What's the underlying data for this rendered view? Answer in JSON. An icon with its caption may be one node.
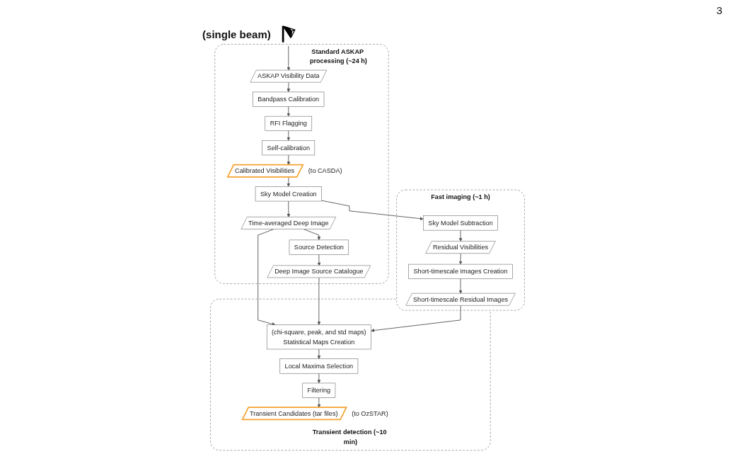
{
  "diagram": {
    "nodes": [
      {
        "text": [],
        "shape": "picture"
      },
      {
        "text": [
          "Standard ASKAP processing (~24 h)"
        ]
      },
      {
        "text": [
          "ASKAP Visibility Data"
        ],
        "in": 1
      },
      {
        "text": [
          "Bandpass Calibration"
        ],
        "in": 1
      },
      {
        "text": [
          "RFI Flagging"
        ],
        "in": 1
      },
      {
        "text": [
          "Self-calibration"
        ],
        "in": 1
      },
      {
        "text": [
          "Calibrated Visibilities"
        ],
        "in": 1,
        "beside": [
          "(to CASDA)"
        ]
      },
      {
        "text": [
          "Sky Model Creation"
        ],
        "in": 1
      },
      {
        "text": [
          "Time-averaged Deep Image"
        ],
        "in": 1
      },
      {
        "text": [
          "Source Detection"
        ],
        "in": 1
      },
      {
        "text": [
          "Deep Image Source Catalogue"
        ],
        "in": 1
      },
      {
        "text": [
          "Fast imaging (~1 h)"
        ]
      },
      {
        "text": [
          "Sky Model Subtraction"
        ],
        "in": 11
      },
      {
        "text": [
          "Residual Visibilities"
        ],
        "in": 11
      },
      {
        "text": [
          "Short-timescale Images Creation"
        ],
        "in": 11
      },
      {
        "text": [
          "Short-timescale Residual Images"
        ],
        "in": 11
      },
      {
        "text": [
          "Transient detection (~10 min)"
        ]
      },
      {
        "text": [
          "(chi-square, peak, and std maps)",
          "Statistical Maps Creation"
        ],
        "in": 16
      },
      {
        "text": [
          "Local Maxima Selection"
        ],
        "in": 16
      },
      {
        "text": [
          "Filtering"
        ],
        "in": 16
      },
      {
        "text": [
          "Transient Candidates (tar files)"
        ],
        "in": 16,
        "beside": [
          "(to OzSTAR)"
        ]
      }
    ],
    "edges": [
      {
        "from": 0,
        "to": 2,
        "arrow": "to"
      },
      {
        "from": 2,
        "to": 3,
        "arrow": "to"
      },
      {
        "from": 3,
        "to": 4,
        "arrow": "to"
      },
      {
        "from": 4,
        "to": 5,
        "arrow": "to"
      },
      {
        "from": 5,
        "to": 6,
        "arrow": "to"
      },
      {
        "from": 6,
        "to": 7,
        "arrow": "to"
      },
      {
        "from": 7,
        "to": 8,
        "arrow": "to"
      },
      {
        "from": 8,
        "to": 9,
        "arrow": "to"
      },
      {
        "from": 9,
        "to": 10,
        "arrow": "to"
      },
      {
        "from": 7,
        "to": 12,
        "arrow": "to"
      },
      {
        "from": 12,
        "to": 13,
        "arrow": "to"
      },
      {
        "from": 13,
        "to": 14,
        "arrow": "to"
      },
      {
        "from": 14,
        "to": 15,
        "arrow": "to"
      },
      {
        "from": 8,
        "to": 17,
        "arrow": "to"
      },
      {
        "from": 10,
        "to": 17,
        "arrow": "to"
      },
      {
        "from": 15,
        "to": 17,
        "arrow": "to"
      },
      {
        "from": 17,
        "to": 18,
        "arrow": "to"
      },
      {
        "from": 18,
        "to": 19,
        "arrow": "to"
      },
      {
        "from": 19,
        "to": 20,
        "arrow": "to"
      }
    ],
    "labels": [
      "3",
      "(single beam)"
    ]
  }
}
